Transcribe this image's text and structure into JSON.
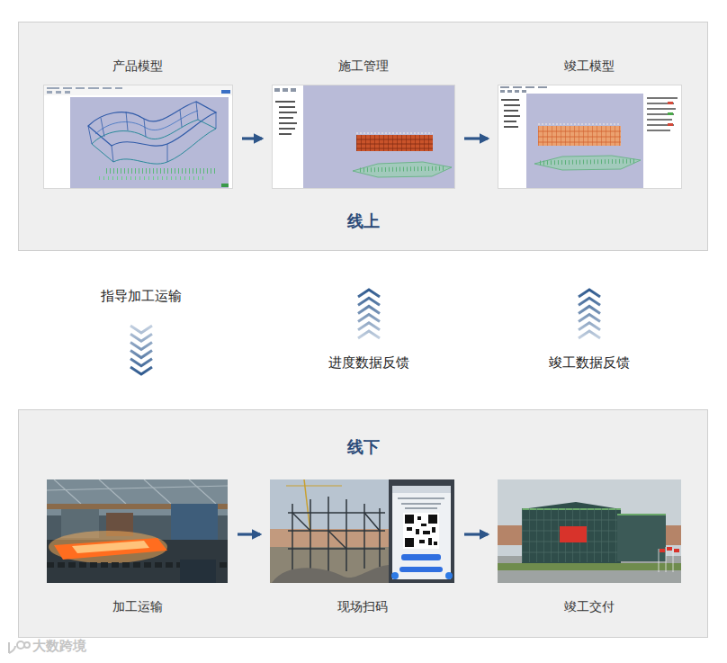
{
  "diagram": {
    "nodes": [
      {
        "text": [
          "线上"
        ]
      },
      {
        "text": [
          "产品模型"
        ],
        "in": 0
      },
      {
        "text": [
          "施工管理"
        ],
        "in": 0
      },
      {
        "text": [
          "竣工模型"
        ],
        "in": 0
      },
      {
        "text": [
          "线下"
        ]
      },
      {
        "text": [
          "加工运输"
        ],
        "in": 4
      },
      {
        "text": [
          "现场扫码"
        ],
        "in": 4
      },
      {
        "text": [
          "竣工交付"
        ],
        "in": 4
      }
    ],
    "edges": [
      {
        "from": 1,
        "to": 2,
        "arrow": "to"
      },
      {
        "from": 2,
        "to": 3,
        "arrow": "to"
      },
      {
        "from": 0,
        "to": 4,
        "label": "指导加工运输",
        "arrow": "to"
      },
      {
        "from": 4,
        "to": 0,
        "label": "进度数据反馈",
        "arrow": "to"
      },
      {
        "from": 4,
        "to": 0,
        "label": "竣工数据反馈",
        "arrow": "to"
      },
      {
        "from": 5,
        "to": 6,
        "arrow": "to"
      },
      {
        "from": 6,
        "to": 7,
        "arrow": "to"
      }
    ],
    "labels": [
      "大数跨境"
    ]
  }
}
